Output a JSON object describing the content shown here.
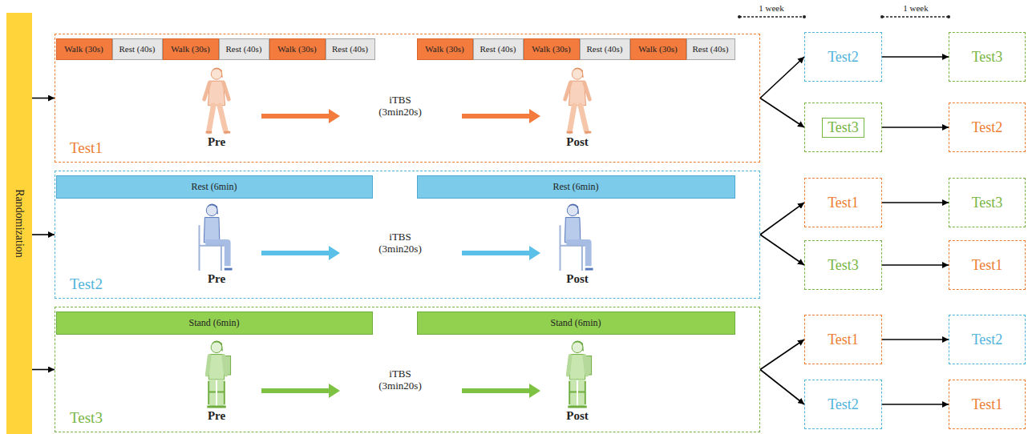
{
  "diagram": {
    "nodes": [
      {
        "text": [
          "Randomization"
        ]
      },
      {
        "text": [
          "Test1"
        ]
      },
      {
        "text": [
          "Walk (30s)"
        ],
        "in": 1
      },
      {
        "text": [
          "Rest (40s)"
        ],
        "in": 1
      },
      {
        "text": [
          "Walk (30s)"
        ],
        "in": 1
      },
      {
        "text": [
          "Rest (40s)"
        ],
        "in": 1
      },
      {
        "text": [
          "Walk (30s)"
        ],
        "in": 1
      },
      {
        "text": [
          "Rest (40s)"
        ],
        "in": 1
      },
      {
        "text": [
          "Walk (30s)"
        ],
        "in": 1
      },
      {
        "text": [
          "Rest (40s)"
        ],
        "in": 1
      },
      {
        "text": [
          "Walk (30s)"
        ],
        "in": 1
      },
      {
        "text": [
          "Rest (40s)"
        ],
        "in": 1
      },
      {
        "text": [
          "Walk (30s)"
        ],
        "in": 1
      },
      {
        "text": [
          "Rest (40s)"
        ],
        "in": 1
      },
      {
        "text": [
          "Test2"
        ]
      },
      {
        "text": [
          "Rest (6min)"
        ],
        "in": 14
      },
      {
        "text": [
          "Rest (6min)"
        ],
        "in": 14
      },
      {
        "text": [
          "Test3"
        ]
      },
      {
        "text": [
          "Stand (6min)"
        ],
        "in": 17
      },
      {
        "text": [
          "Stand (6min)"
        ],
        "in": 17
      },
      {
        "text": [
          "Test2"
        ]
      },
      {
        "text": [
          "Test3"
        ]
      },
      {
        "text": [
          "Test3"
        ]
      },
      {
        "text": [
          "Test2"
        ]
      },
      {
        "text": [
          "Test1"
        ]
      },
      {
        "text": [
          "Test3"
        ]
      },
      {
        "text": [
          "Test3"
        ]
      },
      {
        "text": [
          "Test1"
        ]
      },
      {
        "text": [
          "Test1"
        ]
      },
      {
        "text": [
          "Test2"
        ]
      },
      {
        "text": [
          "Test2"
        ]
      },
      {
        "text": [
          "Test1"
        ]
      }
    ],
    "edges": [
      {
        "from": 0,
        "to": 1,
        "arrow": "to"
      },
      {
        "from": 0,
        "to": 14,
        "arrow": "to"
      },
      {
        "from": 0,
        "to": 17,
        "arrow": "to"
      },
      {
        "from": 1,
        "to": 20,
        "arrow": "to"
      },
      {
        "from": 1,
        "to": 22,
        "arrow": "to"
      },
      {
        "from": 14,
        "to": 24,
        "arrow": "to"
      },
      {
        "from": 14,
        "to": 26,
        "arrow": "to"
      },
      {
        "from": 17,
        "to": 28,
        "arrow": "to"
      },
      {
        "from": 17,
        "to": 30,
        "arrow": "to"
      },
      {
        "from": 20,
        "to": 21,
        "arrow": "to"
      },
      {
        "from": 22,
        "to": 23,
        "arrow": "to"
      },
      {
        "from": 24,
        "to": 25,
        "arrow": "to"
      },
      {
        "from": 26,
        "to": 27,
        "arrow": "to"
      },
      {
        "from": 28,
        "to": 29,
        "arrow": "to"
      },
      {
        "from": 30,
        "to": 31,
        "arrow": "to"
      }
    ],
    "labels": [
      "1 week",
      "1 week",
      "Pre",
      "iTBS (3min20s)",
      "Post",
      "Pre",
      "iTBS (3min20s)",
      "Post",
      "Pre",
      "iTBS (3min20s)",
      "Post"
    ]
  }
}
